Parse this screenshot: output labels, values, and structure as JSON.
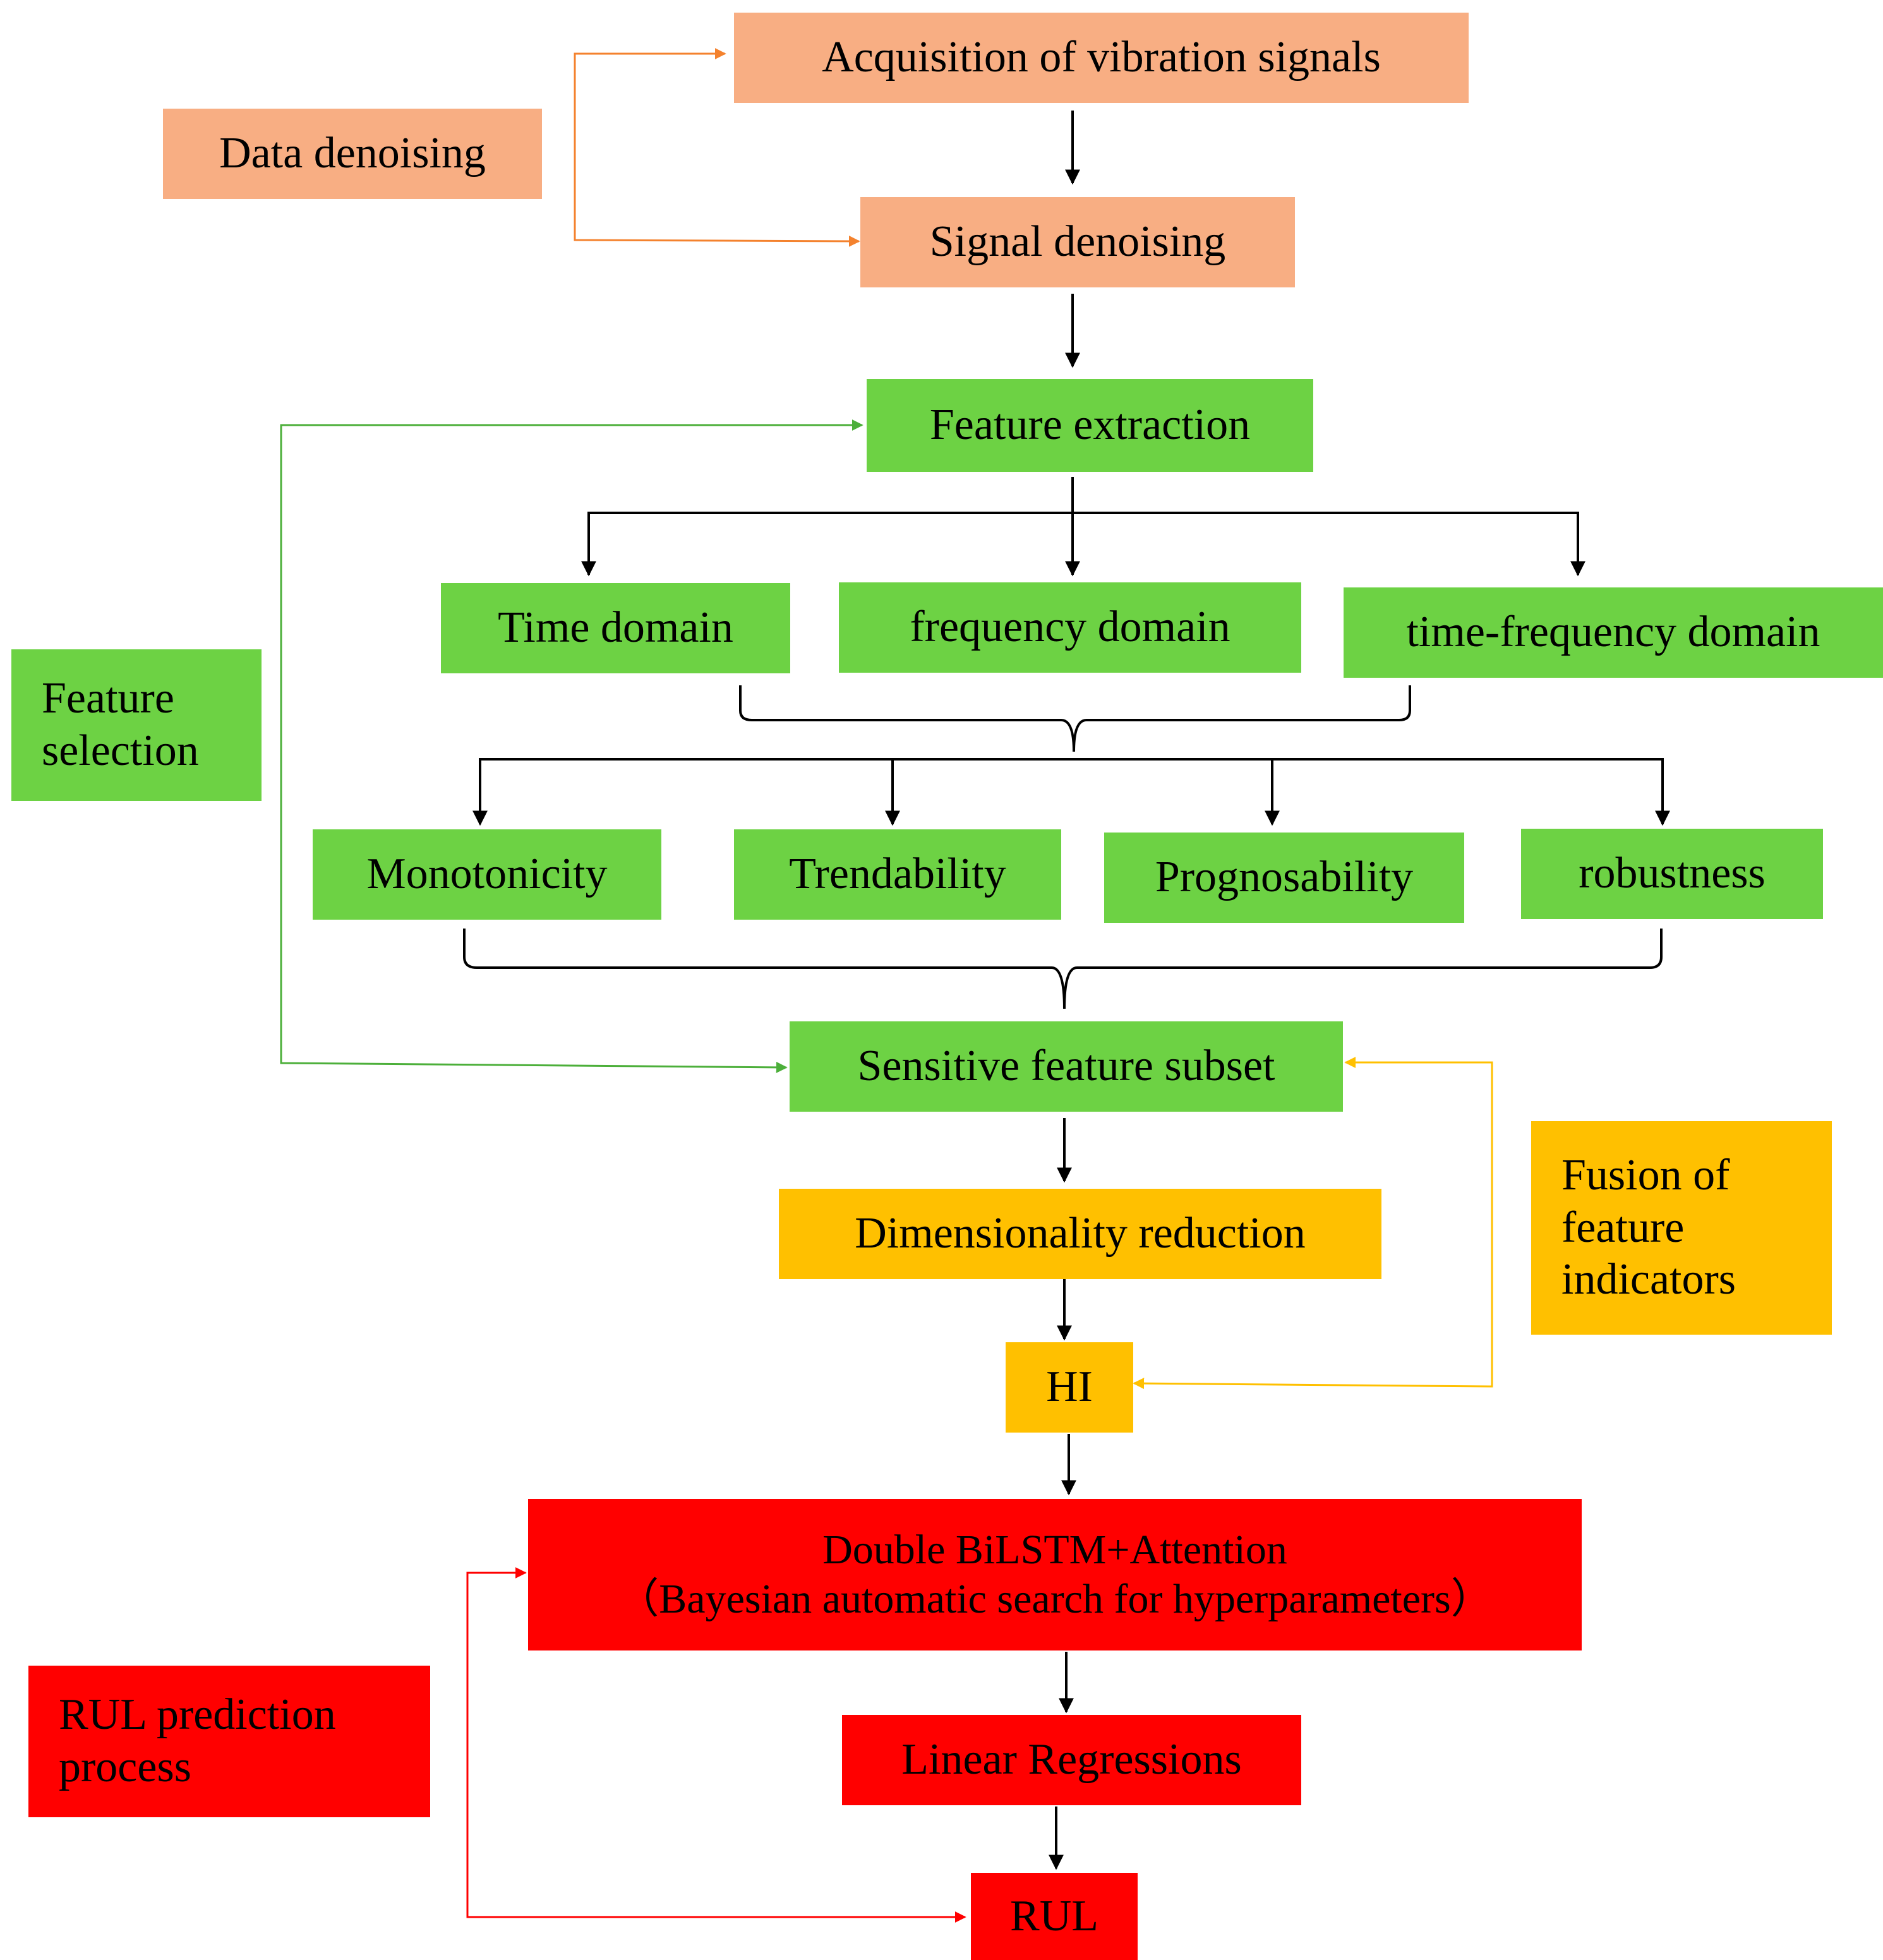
{
  "colors": {
    "acquisition": "#F8AE83",
    "feature": "#6DD244",
    "fusion": "#FFC000",
    "prediction": "#FF0000",
    "arrow_default": "#000000",
    "arrow_denoising": "#F4822E",
    "arrow_selection": "#4CAF3A",
    "arrow_fusion": "#FFC000",
    "arrow_prediction": "#FF0000"
  },
  "stages": {
    "data_denoising": "Data denoising",
    "feature_selection": "Feature\nselection",
    "fusion": "Fusion of\nfeature\nindicators",
    "rul_process": " RUL prediction\nprocess"
  },
  "nodes": {
    "acquisition": "Acquisition of vibration signals",
    "signal_denoising": "Signal denoising",
    "feature_extraction": "Feature extraction",
    "time_domain": "Time domain",
    "frequency_domain": "frequency domain",
    "time_frequency_domain": "time-frequency domain",
    "monotonicity": "Monotonicity",
    "trendability": "Trendability",
    "prognosability": "Prognosability",
    "robustness": "robustness",
    "sensitive_subset": "Sensitive feature subset",
    "dim_reduction": "Dimensionality reduction",
    "hi": "HI",
    "model": "Double BiLSTM+Attention\n（Bayesian automatic search for hyperparameters）",
    "linear_regressions": "Linear Regressions",
    "rul": "RUL"
  }
}
